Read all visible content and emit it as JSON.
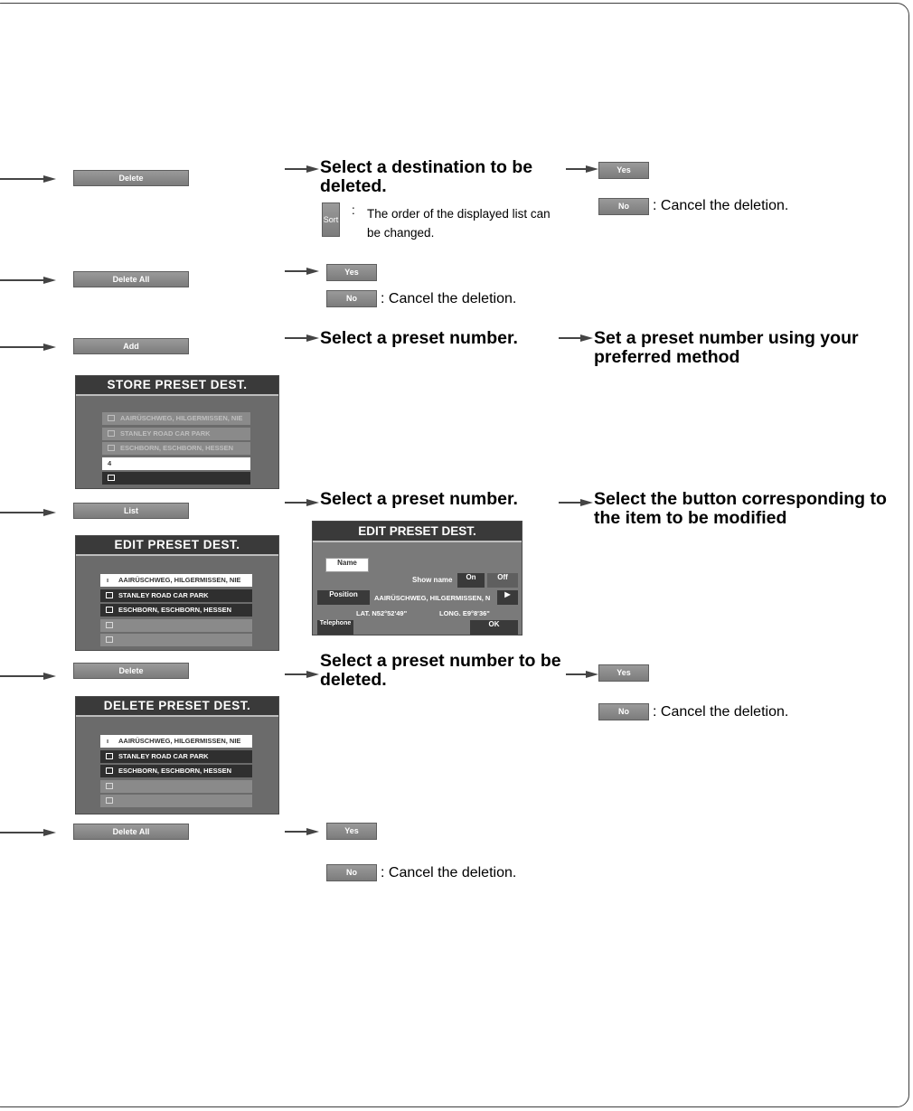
{
  "buttons": {
    "delete": "Delete",
    "delete_all": "Delete All",
    "add": "Add",
    "list": "List",
    "yes": "Yes",
    "no": "No",
    "sort": "Sort"
  },
  "text": {
    "select_destination_deleted": "Select a destination to be deleted.",
    "sort_colon": ":",
    "sort_note": "The order of the displayed list can be changed.",
    "cancel_deletion": ": Cancel the deletion.",
    "select_preset_number": "Select a preset number.",
    "set_preset_method": "Set a preset number using your preferred method",
    "select_button_item": "Select the button corresponding to the item to be modified",
    "select_preset_deleted": "Select a preset number to be deleted."
  },
  "store_screen": {
    "title": "STORE PRESET DEST.",
    "rows": [
      "AAIRÜSCHWEG, HILGERMISSEN, NIE",
      "STANLEY ROAD CAR PARK",
      "ESCHBORN, ESCHBORN, HESSEN",
      "4",
      ""
    ]
  },
  "edit_list_screen": {
    "title": "EDIT PRESET DEST.",
    "rows": [
      "AAIRÜSCHWEG, HILGERMISSEN, NIE",
      "STANLEY ROAD CAR PARK",
      "ESCHBORN, ESCHBORN, HESSEN",
      "",
      ""
    ]
  },
  "delete_screen": {
    "title": "DELETE PRESET DEST.",
    "rows": [
      "AAIRÜSCHWEG, HILGERMISSEN, NIE",
      "STANLEY ROAD CAR PARK",
      "ESCHBORN, ESCHBORN, HESSEN",
      "",
      ""
    ]
  },
  "edit_detail_screen": {
    "title": "EDIT PRESET DEST.",
    "name_btn": "Name",
    "show_name": "Show name",
    "on": "On",
    "off": "Off",
    "position_btn": "Position",
    "position_value": "AAIRÜSCHWEG, HILGERMISSEN, N",
    "play_icon": "▶",
    "lat": "LAT. N52°52'49\"",
    "long": "LONG. E9°8'36\"",
    "telephone_btn": "Telephone",
    "ok_btn": "OK"
  }
}
